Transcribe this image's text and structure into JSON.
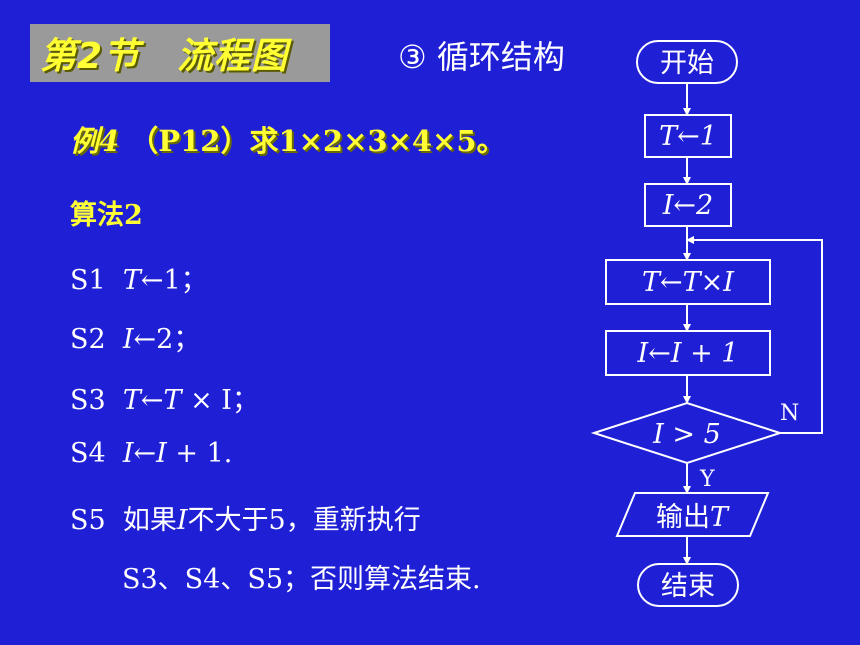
{
  "header": {
    "title": "第2节　流程图",
    "subtitle": "③  循环结构"
  },
  "example": {
    "label": "例4",
    "text": " （P12）求1×2×3×4×5。"
  },
  "algorithm": {
    "title": "算法2",
    "steps": [
      {
        "id": "S1",
        "pre": "",
        "var1": "T",
        "mid": "←1；",
        "var2": "",
        "post": ""
      },
      {
        "id": "S2",
        "pre": "",
        "var1": "I",
        "mid": "←2；",
        "var2": "",
        "post": ""
      },
      {
        "id": "S3",
        "pre": "",
        "var1": "T",
        "mid": "←",
        "var2": "T",
        "post": " × I；"
      },
      {
        "id": "S4",
        "pre": "",
        "var1": "I",
        "mid": "←",
        "var2": "I",
        "post": " + 1."
      },
      {
        "id": "S5",
        "pre": "如果",
        "var1": "I",
        "mid": "不大于5，重新执行",
        "var2": "",
        "post": ""
      }
    ],
    "continuation": "S3、S4、S5；否则算法结束."
  },
  "flowchart": {
    "start": "开始",
    "box1": "T←1",
    "box2": "I←2",
    "box3": "T←T×I",
    "box4": "I←I + 1",
    "decision": "I > 5",
    "no_label": "N",
    "yes_label": "Y",
    "output_pre": "输出",
    "output_var": "T",
    "end": "结束"
  }
}
